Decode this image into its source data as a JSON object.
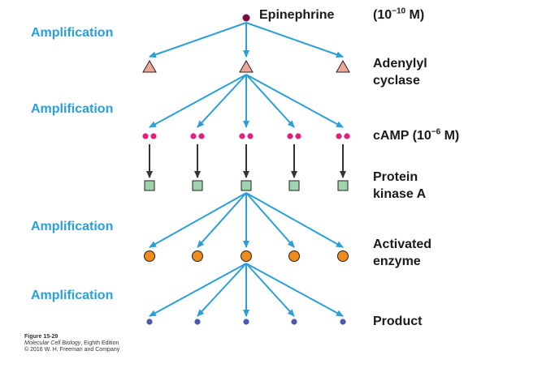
{
  "amplification_labels": [
    "Amplification",
    "Amplification",
    "Amplification",
    "Amplification"
  ],
  "labels": {
    "epinephrine": "Epinephrine",
    "epi_conc_prefix": "(10",
    "epi_conc_exp": "−10",
    "epi_conc_suffix": " M)",
    "adenylyl": "Adenylyl",
    "cyclase": "cyclase",
    "camp_prefix": "cAMP (10",
    "camp_exp": "−6",
    "camp_suffix": " M)",
    "protein": "Protein",
    "kinase": "kinase A",
    "activated": "Activated",
    "enzyme": "enzyme",
    "product": "Product"
  },
  "caption": {
    "figure": "Figure 15-29",
    "book": "Molecular Cell Biology",
    "edition": ", Eighth Edition",
    "copyright": "© 2016 W. H. Freeman and Company"
  },
  "colors": {
    "arrow_blue": "#2a9fd8",
    "arrow_black": "#333333",
    "amplification_text": "#2a9fd8",
    "epinephrine_dot": "#7a0a3c",
    "adenylyl_triangle": "#f4a59a",
    "camp_dot": "#e0217f",
    "kinase_square": "#9fd3ad",
    "enzyme_circle": "#f08b1e",
    "product_dot": "#4b58b0"
  },
  "icons": {
    "epinephrine": "dark-red-dot",
    "adenylyl_cyclase": "pink-triangle",
    "camp": "magenta-dot-pair",
    "protein_kinase": "green-square",
    "enzyme": "orange-circle",
    "product": "blue-dot"
  }
}
